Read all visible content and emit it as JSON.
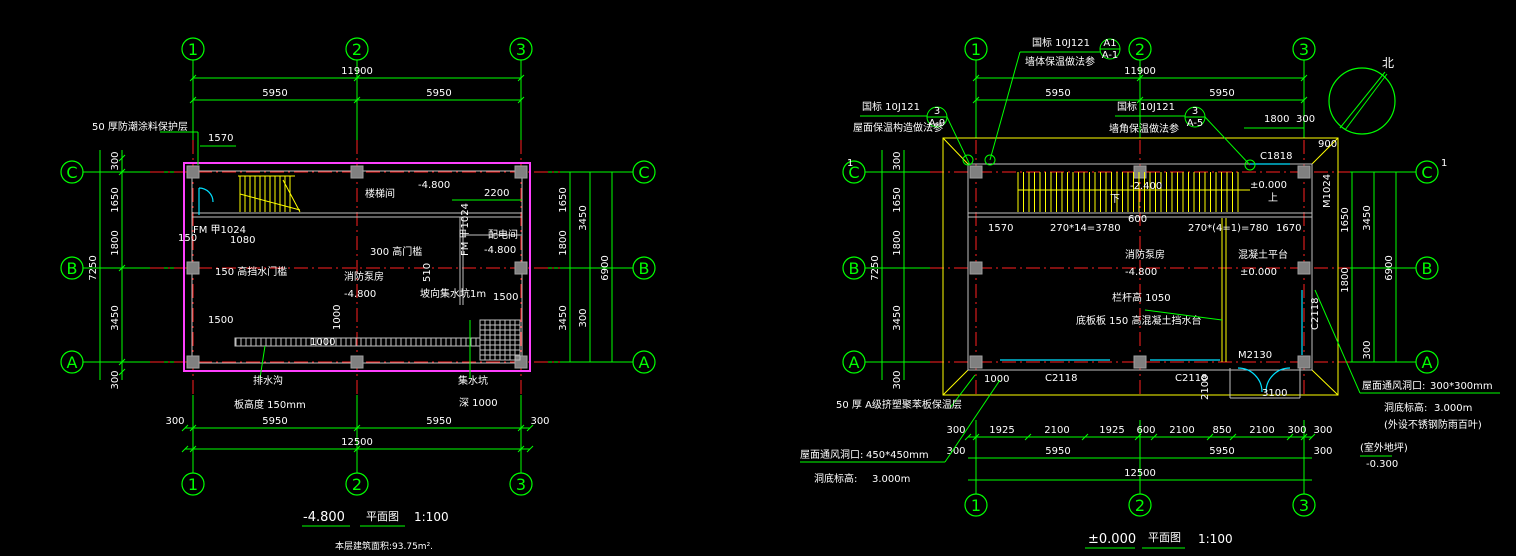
{
  "left_plan": {
    "axes_h": [
      "1",
      "2",
      "3"
    ],
    "axes_v": [
      "C",
      "B",
      "A"
    ],
    "dims_top_total": "11900",
    "dims_top": [
      "5950",
      "5950"
    ],
    "dims_bottom": [
      "5950",
      "5950"
    ],
    "dims_bottom_total": "12500",
    "dim_edge": "300",
    "dims_left": [
      "300",
      "1650",
      "1800",
      "3450",
      "300"
    ],
    "dim_left_total": "7250",
    "dims_right": [
      "1650",
      "1800",
      "3450",
      "3450",
      "300"
    ],
    "dim_right_total": "6900",
    "labels": {
      "protect": "50 厚防潮涂料保护层",
      "d1570": "1570",
      "d1500a": "1500",
      "d1500b": "1500",
      "d2200": "2200",
      "d1080": "1080",
      "d150": "150",
      "d510": "510",
      "fm": "FM 甲1024",
      "stair": "楼梯间",
      "elev": "-4.800",
      "high_door": "300  高门槛",
      "high_door2": "150    高挡水门槛",
      "room": "消防泵房",
      "room_elev": "-4.800",
      "pump": "集水坑",
      "fm2": "FM 甲1024",
      "side_room": "配电间",
      "side_elev": "-4.800",
      "slope": "坡向集水坑",
      "slope2": "1m",
      "d1000": "1000",
      "drain": "排水沟",
      "floor_h": "板高度    150mm",
      "pit": "集水坑",
      "pit_depth": "深 1000"
    },
    "title": "-4.800",
    "title_name": "平面图",
    "scale": "1:100",
    "area": "本层建筑面积:93.75m²."
  },
  "right_plan": {
    "axes_h": [
      "1",
      "2",
      "3"
    ],
    "axes_v": [
      "C",
      "B",
      "A"
    ],
    "dims_top_total": "11900",
    "dims_top": [
      "5950",
      "5950"
    ],
    "dims_bottom": [
      "1925",
      "2100",
      "1925",
      "600",
      "2100",
      "850",
      "2100",
      "300"
    ],
    "dims_bottom_mid": [
      "5950",
      "5950"
    ],
    "dims_bottom_total": "12500",
    "dim_edge": "300",
    "dims_left": [
      "300",
      "1650",
      "1800",
      "3450",
      "300"
    ],
    "dim_left_total": "7250",
    "dims_right": [
      "1650",
      "1800",
      "3450",
      "300"
    ],
    "dim_right_total": "6900",
    "north": "北",
    "ref1": "国标  10J121",
    "ref1_text": "墙体保温做法参",
    "ref2": "国标  10J121",
    "ref2_text": "屋面保温构造做法参",
    "ref3": "国标  10J121",
    "ref3_text": "墙角保温做法参",
    "bubble1_top": "A1",
    "bubble1_bot": "A-1",
    "bubble2_top": "3",
    "bubble2_bot": "A-9",
    "bubble3_top": "3",
    "bubble3_bot": "A-5",
    "d1800": "1800",
    "d300": "300",
    "d900": "900",
    "c1818": "C1818",
    "elev_stair": "-2.400",
    "up": "上",
    "dn": "下",
    "elev2": "±0.000",
    "m1024": "M1024",
    "d1570": "1570",
    "stairs": "270*14=3780",
    "d600": "600",
    "stairs2": "270*(4=1)=780",
    "d1670": "1670",
    "room": "消防泵房",
    "room_elev": "-4.800",
    "platform": "混凝土平台",
    "platform_elev": "±0.000",
    "railing": "栏杆高    1050",
    "curb": "底板板    150    高混凝土挡水台",
    "c2118a": "C2118",
    "c2118b": "C2118",
    "c2118c": "C2118",
    "m2130": "M2130",
    "d1000": "1000",
    "d3100": "3100",
    "d2100b": "2100",
    "vent": "50 厚 A级挤塑聚苯板保温层",
    "hole1": "屋面通风洞口:",
    "hole1_size": "450*450mm",
    "hole1_elev": "洞底标高:",
    "hole1_h": "3.000m",
    "hole2": "屋面通风洞口:",
    "hole2_size": "300*300mm",
    "hole2_elev": "洞底标高:",
    "hole2_h": "3.000m",
    "hole2_note": "(外设不锈钢防雨百叶)",
    "outdoor": "(室外地坪)",
    "outdoor_elev": "-0.300",
    "mark1": "1",
    "mark1b": "1",
    "title": "±0.000",
    "title_name": "平面图",
    "scale": "1:100"
  }
}
